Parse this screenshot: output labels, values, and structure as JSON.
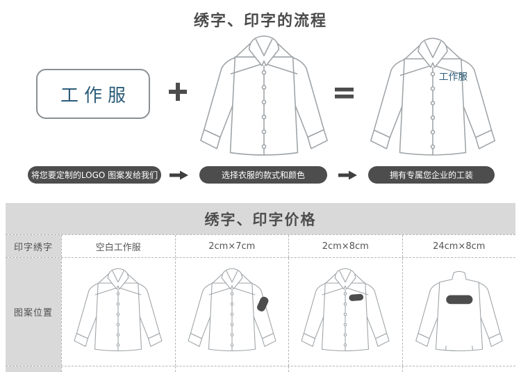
{
  "flow": {
    "title": "绣字、印字的流程",
    "box_label": "工作服",
    "shirt_logo": "工作服",
    "steps": [
      "将您要定制的LOGO 图案发给我们",
      "选择衣服的款式和颜色",
      "拥有专属您企业的工装"
    ]
  },
  "price_table": {
    "title": "绣字、印字价格",
    "row1_header": "印字绣字",
    "row2_header": "图案位置",
    "columns": [
      "空白工作服",
      "2cm×7cm",
      "2cm×8cm",
      "24cm×8cm"
    ],
    "pattern_positions": [
      "blank",
      "sleeve",
      "left-chest",
      "back-center"
    ]
  },
  "colors": {
    "accent_blue": "#2c5c78",
    "pill_background": "#4d4d4d",
    "band_background": "#d9d9d9",
    "patch_color": "#4d4d4d",
    "shirt_line": "#9da2a6"
  }
}
